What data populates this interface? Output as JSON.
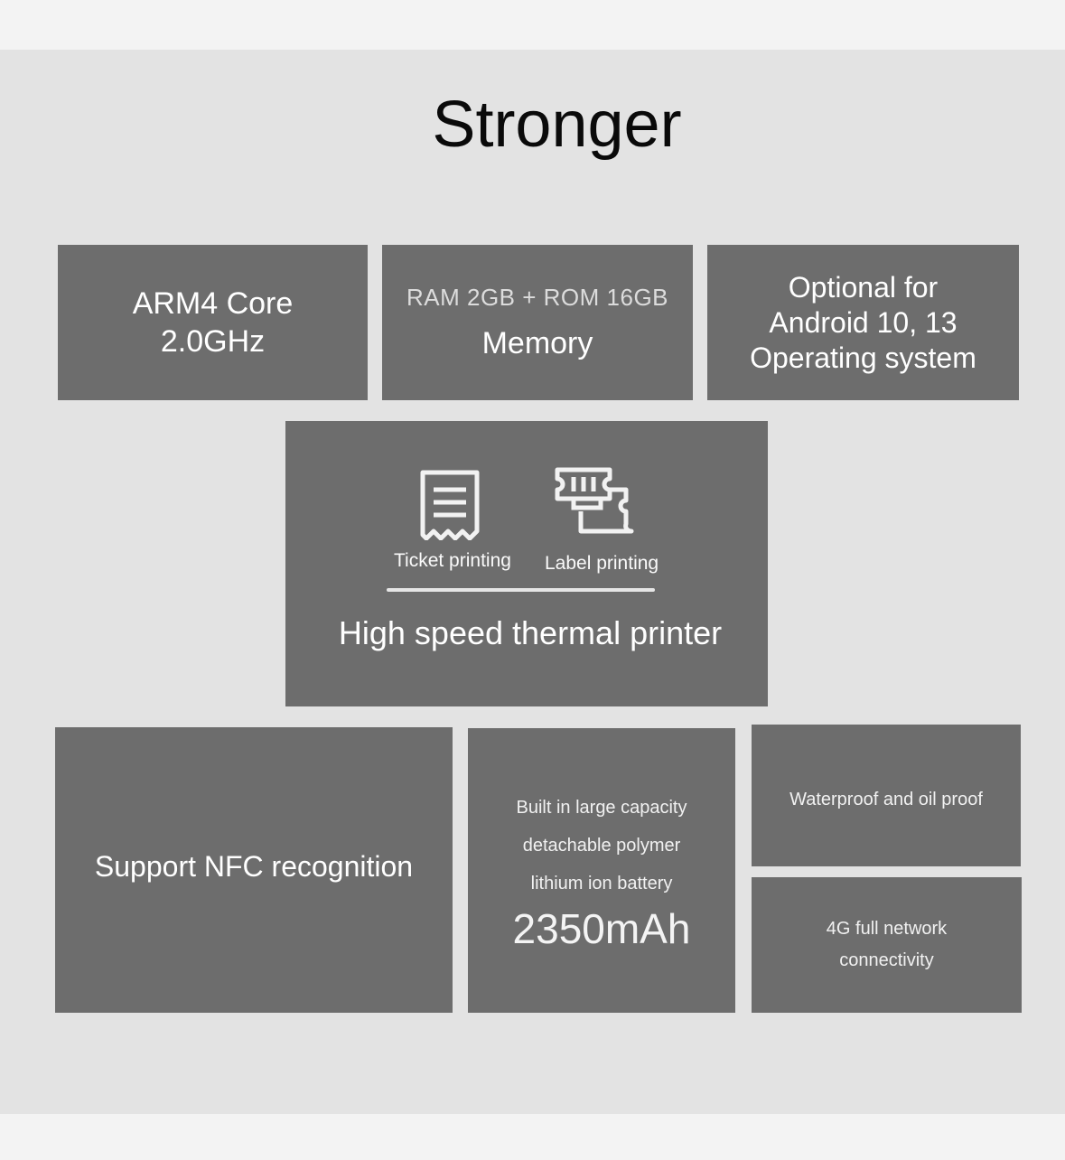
{
  "title": "Stronger",
  "cpu": {
    "line1": "ARM4 Core",
    "line2": "2.0GHz"
  },
  "memory": {
    "spec": "RAM 2GB + ROM 16GB",
    "label": "Memory"
  },
  "os": {
    "line1": "Optional for",
    "line2": "Android 10, 13",
    "line3": "Operating system"
  },
  "printer": {
    "ticket_icon": "receipt-icon",
    "ticket_label": "Ticket printing",
    "label_icon": "label-ticket-icon",
    "label_label": "Label printing",
    "title": "High speed thermal printer"
  },
  "nfc": {
    "label": "Support NFC recognition"
  },
  "battery": {
    "line1": "Built in large capacity",
    "line2": "detachable polymer",
    "line3": "lithium ion battery",
    "capacity": "2350mAh"
  },
  "waterproof": {
    "label": "Waterproof and oil proof"
  },
  "network": {
    "line1": "4G full network",
    "line2": "connectivity"
  },
  "colors": {
    "tile": "#6d6d6d",
    "panel": "#e3e3e3",
    "page": "#f3f3f3"
  }
}
